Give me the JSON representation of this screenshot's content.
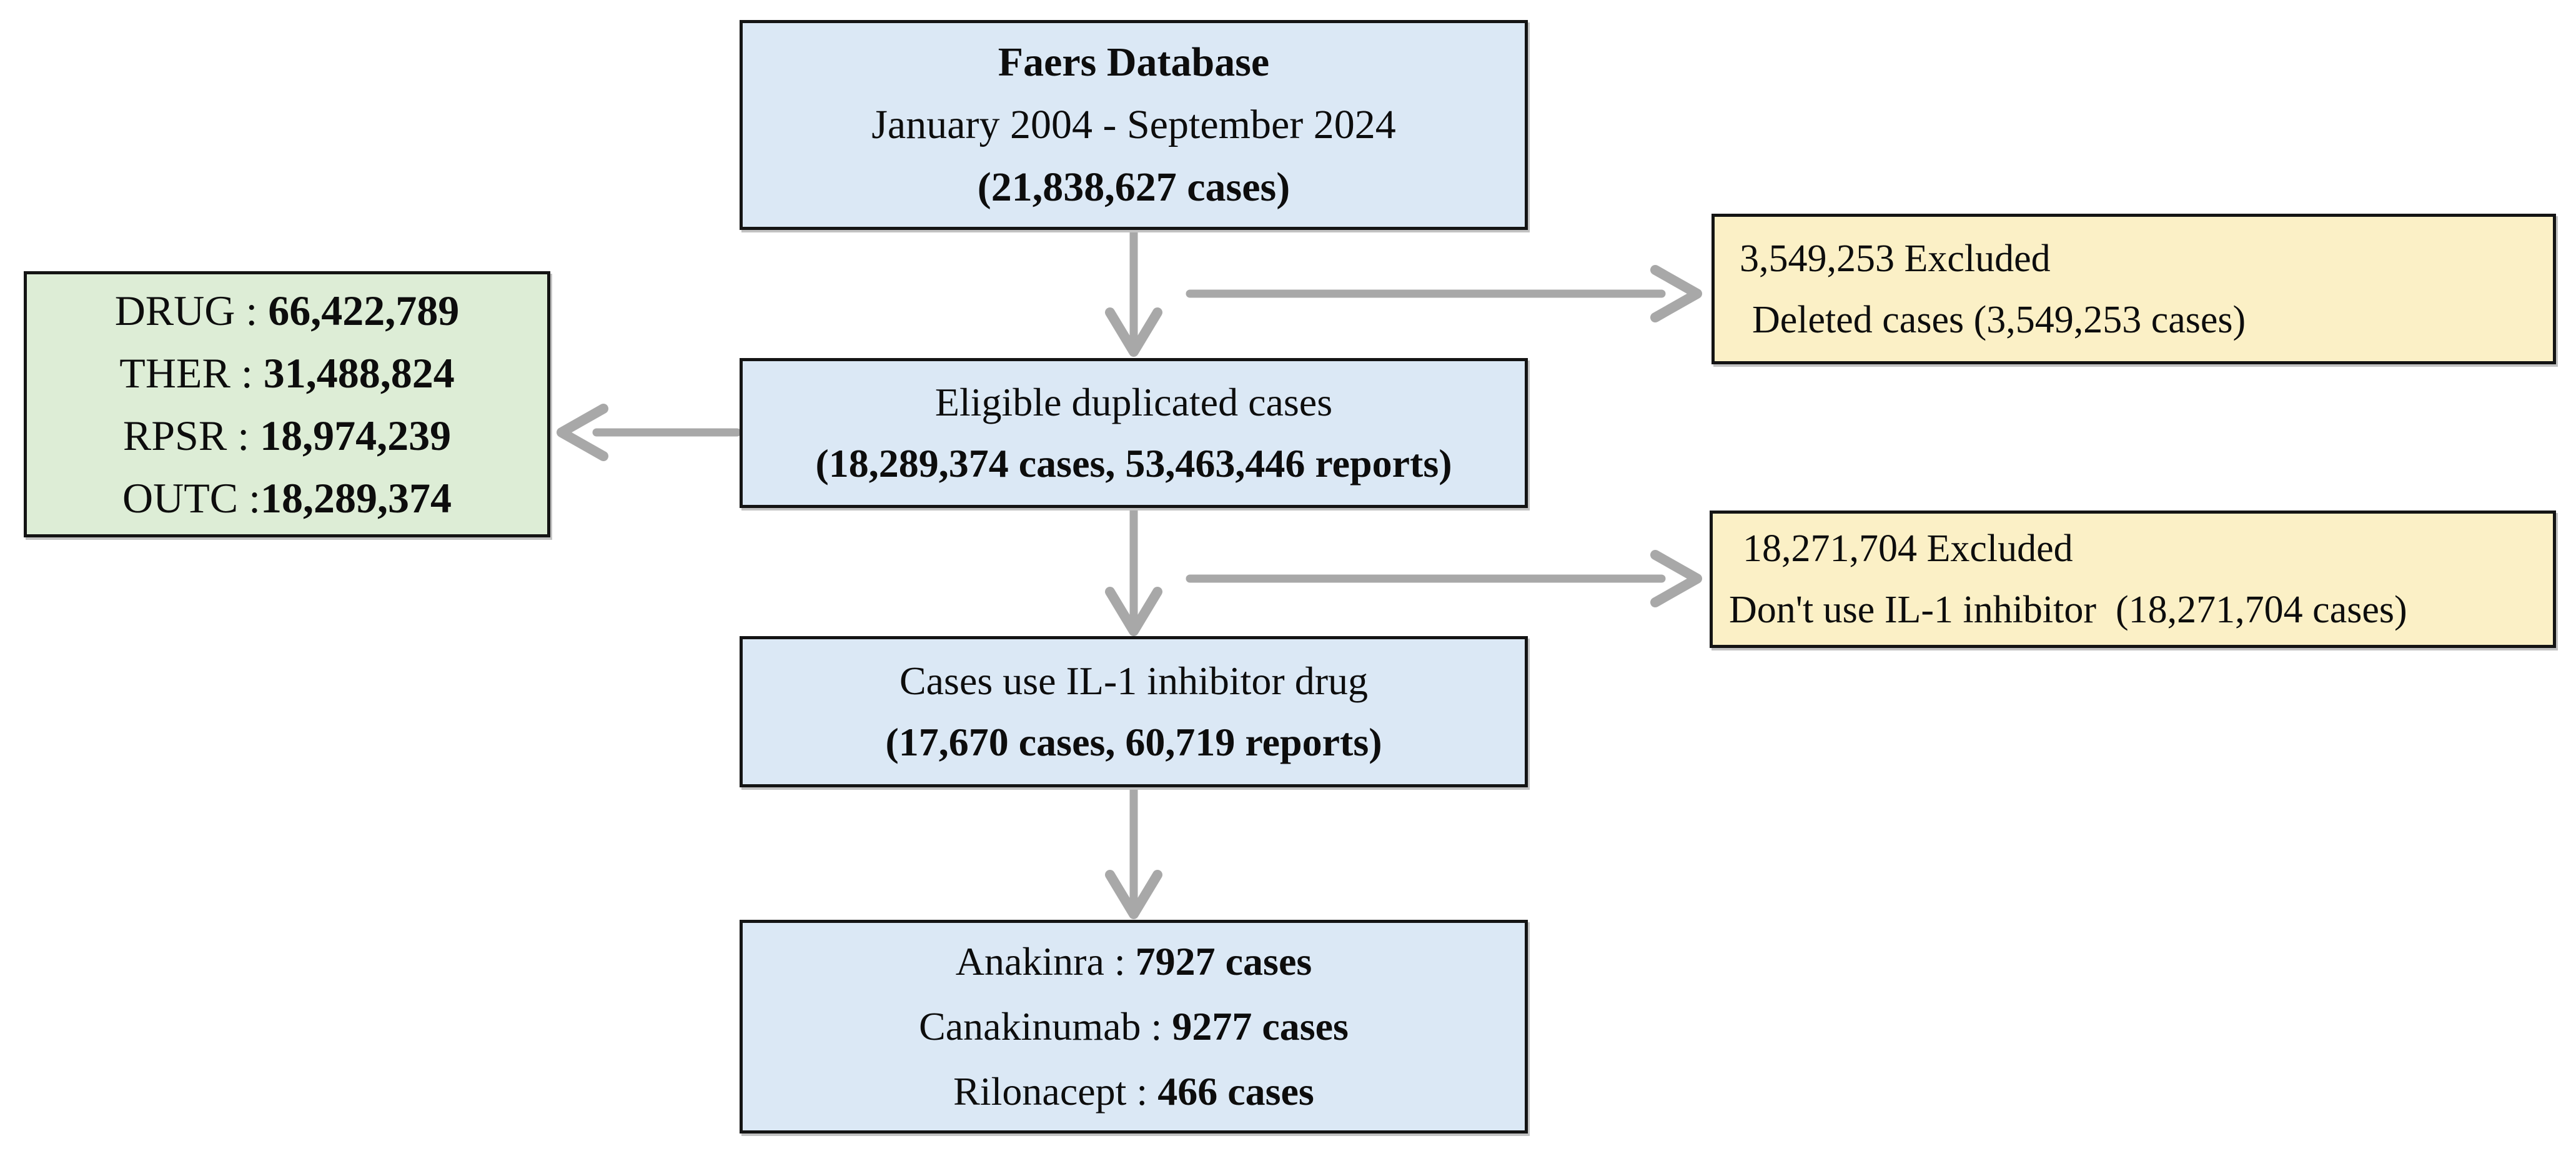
{
  "colors": {
    "box_blue": "#dbe8f5",
    "box_green": "#ddedd6",
    "box_yellow": "#fbf0c6",
    "border": "#141414",
    "arrow": "#a8a8a8",
    "text": "#0d0d0d",
    "background": "#ffffff"
  },
  "flowchart": {
    "source_box": {
      "title": "Faers Database",
      "period": "January 2004 - September 2024",
      "cases": "(21,838,627 cases)"
    },
    "tables_box": {
      "rows": [
        {
          "label": "DRUG : ",
          "value": "66,422,789"
        },
        {
          "label": "THER : ",
          "value": "31,488,824"
        },
        {
          "label": "RPSR : ",
          "value": "18,974,239"
        },
        {
          "label": "OUTC :",
          "value": "18,289,374"
        }
      ]
    },
    "excluded_deleted_box": {
      "line1": "3,549,253 Excluded",
      "line2": "Deleted cases (3,549,253 cases)"
    },
    "eligible_box": {
      "line1": "Eligible duplicated cases",
      "line2": "(18,289,374 cases, 53,463,446 reports)"
    },
    "excluded_no_il1_box": {
      "line1": "18,271,704 Excluded",
      "line2": "Don't use IL-1 inhibitor  (18,271,704 cases)"
    },
    "il1_cases_box": {
      "line1": "Cases use IL-1 inhibitor drug",
      "line2": "(17,670 cases, 60,719 reports)"
    },
    "drug_breakdown_box": {
      "rows": [
        {
          "label": "Anakinra : ",
          "value": "7927 cases"
        },
        {
          "label": "Canakinumab : ",
          "value": "9277 cases"
        },
        {
          "label": "Rilonacept : ",
          "value": "466 cases"
        }
      ]
    }
  }
}
